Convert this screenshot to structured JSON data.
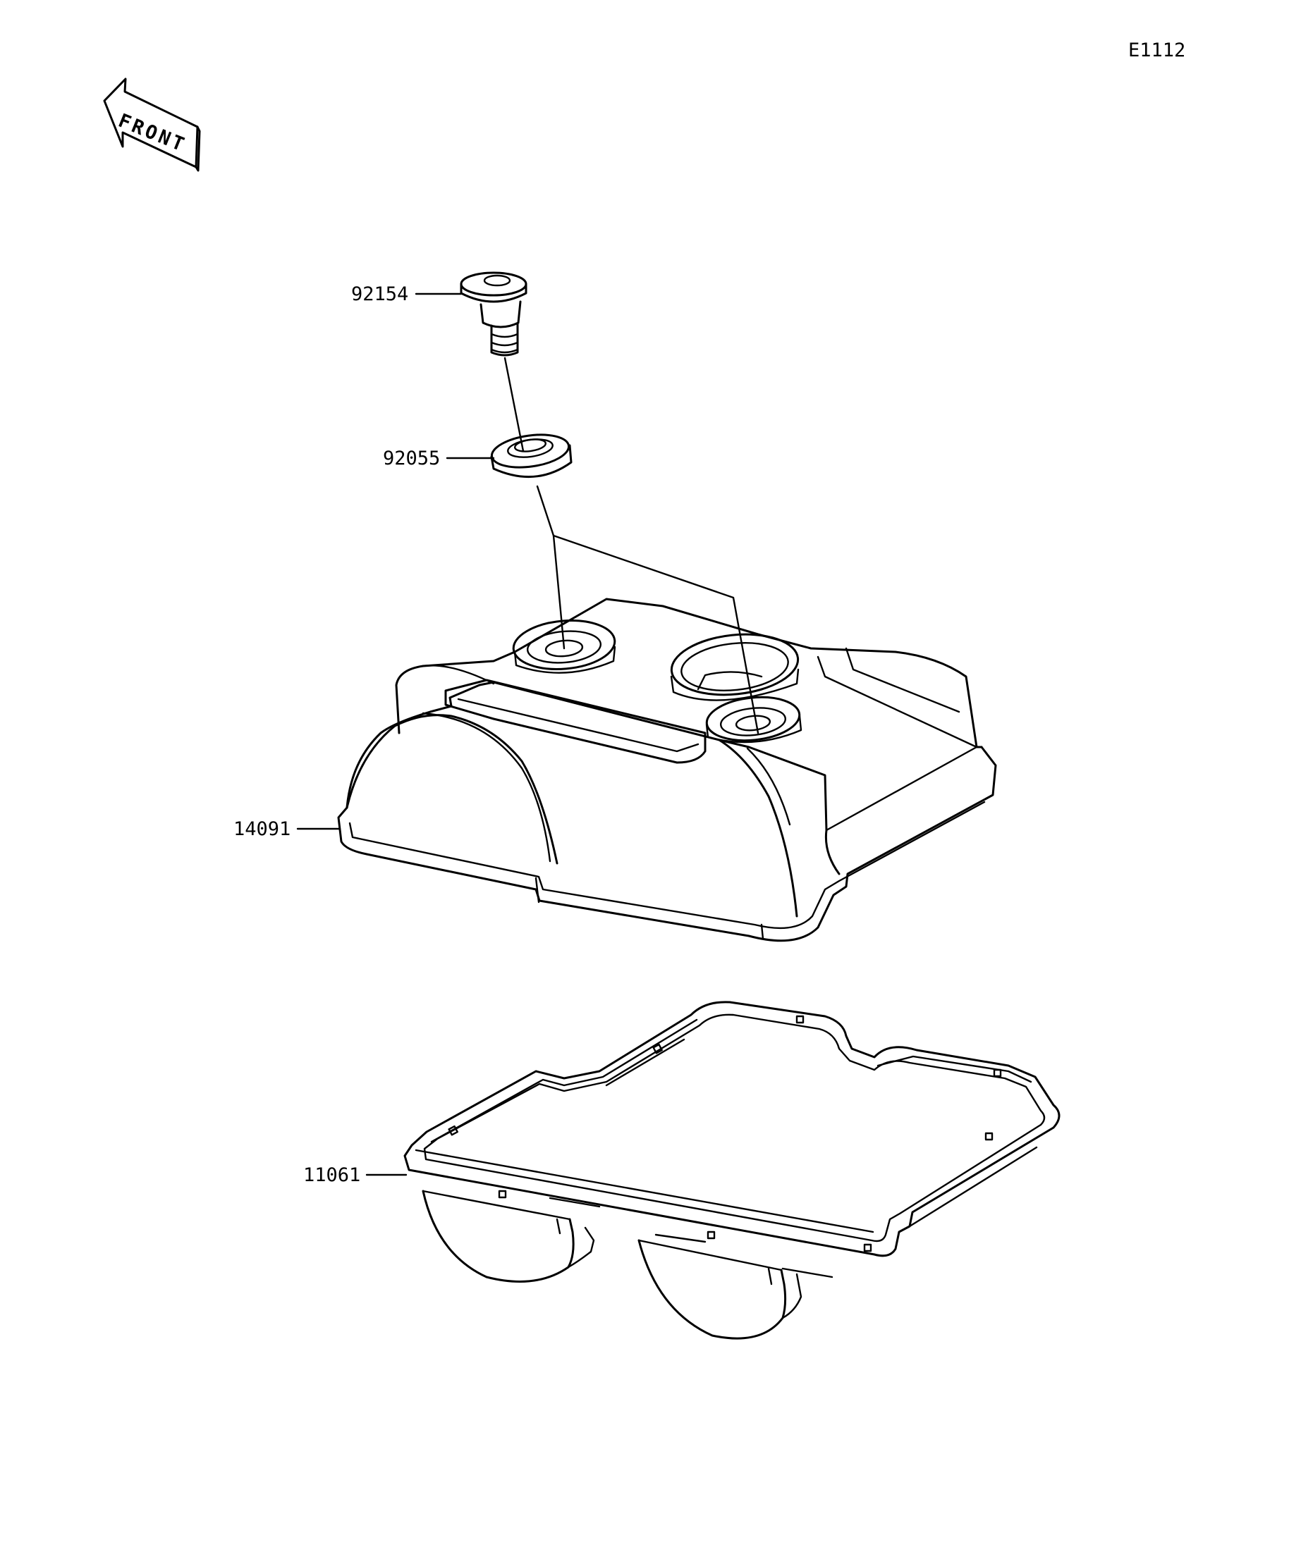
{
  "diagram": {
    "figure_code": "E1112",
    "front_label": "FRONT",
    "callouts": [
      {
        "id": "bolt",
        "number": "92154"
      },
      {
        "id": "washer",
        "number": "92055"
      },
      {
        "id": "cylinder-head-cover",
        "number": "14091"
      },
      {
        "id": "gasket",
        "number": "11061"
      }
    ],
    "colors": {
      "ink": "#000000",
      "background": "#ffffff"
    }
  }
}
